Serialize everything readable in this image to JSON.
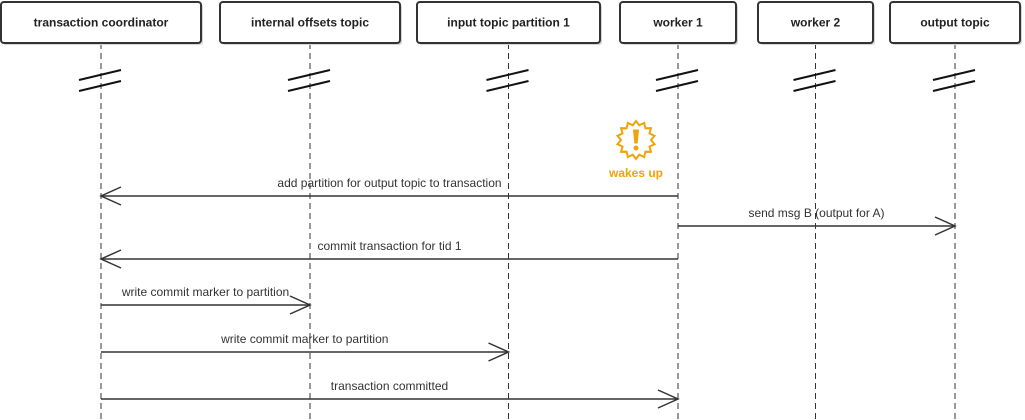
{
  "participants": [
    {
      "id": "tc",
      "label": "transaction coordinator"
    },
    {
      "id": "iot",
      "label": "internal offsets topic"
    },
    {
      "id": "itp1",
      "label": "input topic partition 1"
    },
    {
      "id": "w1",
      "label": "worker 1"
    },
    {
      "id": "w2",
      "label": "worker 2"
    },
    {
      "id": "ot",
      "label": "output topic"
    }
  ],
  "event": {
    "participant": "w1",
    "label": "wakes up",
    "icon": "warning-burst-icon",
    "color": "#f0a30a"
  },
  "messages": [
    {
      "from": "w1",
      "to": "tc",
      "label": "add partition for output topic to transaction"
    },
    {
      "from": "w1",
      "to": "ot",
      "label": "send msg B (output for A)"
    },
    {
      "from": "w1",
      "to": "tc",
      "label": "commit transaction for tid 1"
    },
    {
      "from": "tc",
      "to": "iot",
      "label": "write commit marker to partition"
    },
    {
      "from": "tc",
      "to": "itp1",
      "label": "write commit marker to partition"
    },
    {
      "from": "tc",
      "to": "w1",
      "label": "transaction committed"
    }
  ]
}
